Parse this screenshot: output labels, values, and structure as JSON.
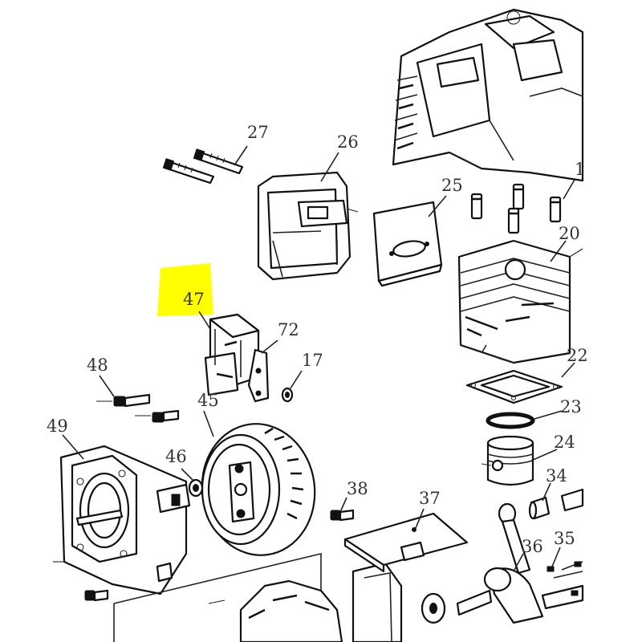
{
  "diagram": {
    "highlight_color": "#ffff00",
    "line_color": "#222222",
    "labels": {
      "p27": "27",
      "p26": "26",
      "p25": "25",
      "p19": "1",
      "p20": "20",
      "p47": "47",
      "p72": "72",
      "p17": "17",
      "p48": "48",
      "p45": "45",
      "p49": "49",
      "p22": "22",
      "p23": "23",
      "p24": "24",
      "p46": "46",
      "p38": "38",
      "p37": "37",
      "p34": "34",
      "p35": "35",
      "p36": "36"
    }
  }
}
